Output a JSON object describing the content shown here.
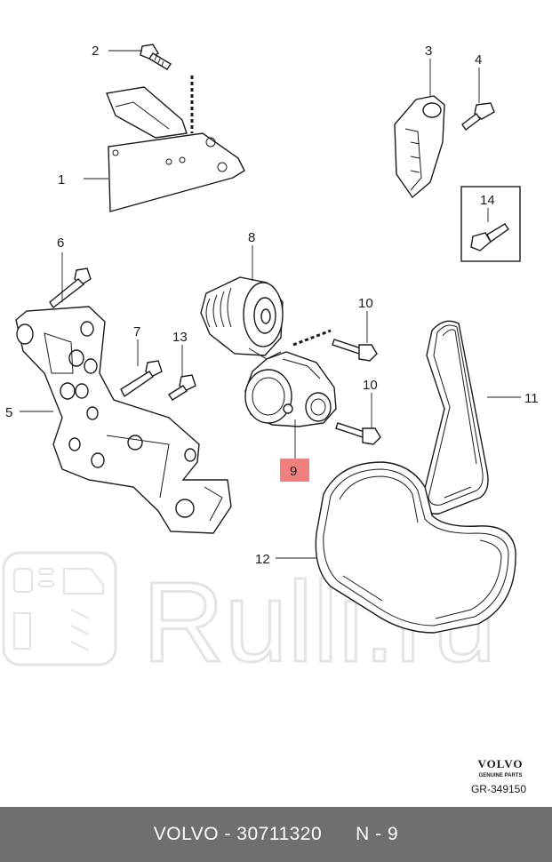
{
  "diagram": {
    "callouts": [
      "1",
      "2",
      "3",
      "4",
      "5",
      "6",
      "7",
      "8",
      "9",
      "10",
      "10",
      "11",
      "12",
      "13",
      "14"
    ],
    "highlighted_callout": "9",
    "highlight_color": "#f08080",
    "brand_logo": "VOLVO",
    "brand_tagline": "GENUINE PARTS",
    "drawing_number": "GR-349150",
    "watermark": "Rulli.ru"
  },
  "footer": {
    "brand": "VOLVO",
    "part_number": "30711320",
    "position": "N - 9",
    "background_color": "#6f6f6f"
  }
}
